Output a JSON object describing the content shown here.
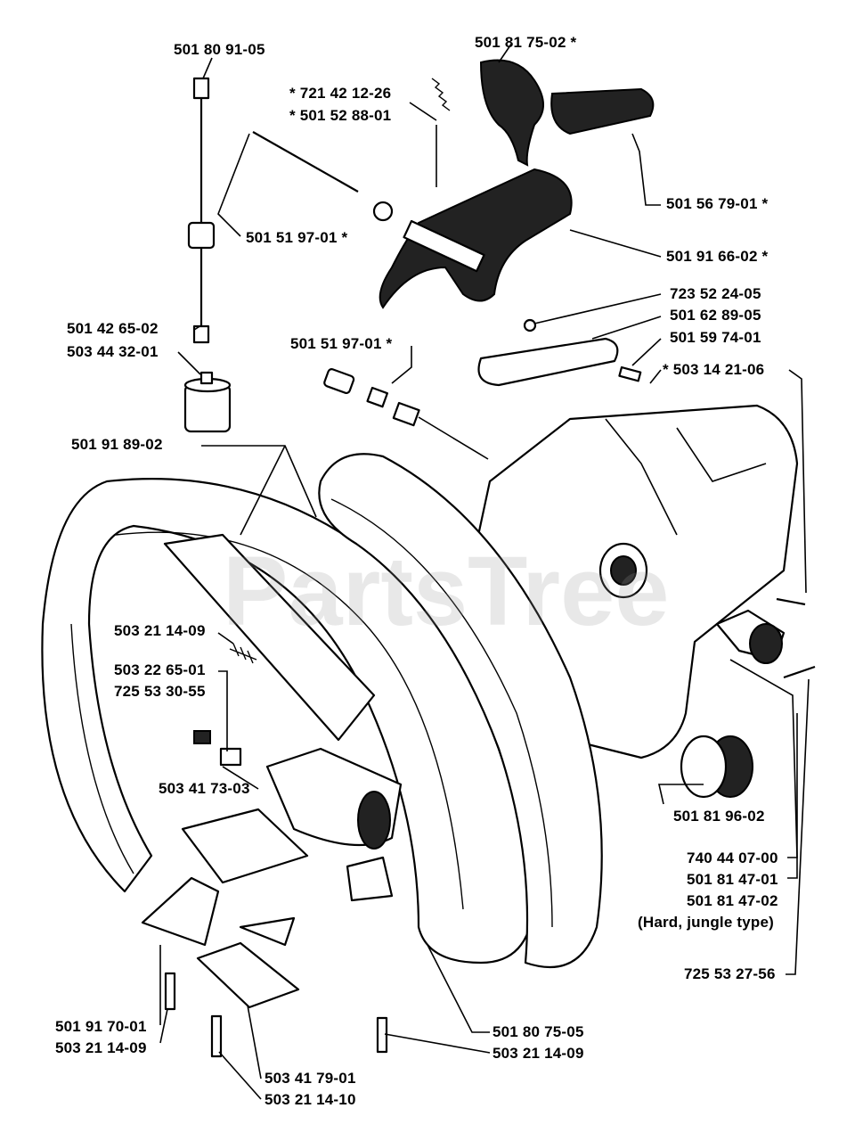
{
  "watermark": "PartsTree",
  "parts": {
    "p_501809105": "501 80 91-05",
    "p_501817502": "501 81 75-02  *",
    "p_721421226": "*  721 42 12-26",
    "p_501528801": "*  501 52 88-01",
    "p_501567901": "501 56 79-01  *",
    "p_501519701_a": "501 51 97-01  *",
    "p_501916602": "501 91 66-02  *",
    "p_723522405": "723 52 24-05",
    "p_501628905": "501 62 89-05",
    "p_501597401": "501 59 74-01",
    "p_501519701_b": "501 51 97-01  *",
    "p_501426502": "501 42 65-02",
    "p_503443201": "503 44 32-01",
    "p_503142106": "*  503 14 21-06",
    "p_501918902": "501 91 89-02",
    "p_503211409_a": "503 21 14-09",
    "p_503226501": "503 22 65-01",
    "p_725533055": "725 53 30-55",
    "p_503417303": "503 41 73-03",
    "p_501819602": "501 81 96-02",
    "p_740440700": "740 44 07-00",
    "p_501814701": "501 81 47-01",
    "p_501814702": "501 81 47-02",
    "p_hard_jungle": "(Hard, jungle type)",
    "p_725532756": "725 53 27-56",
    "p_501917001": "501 91 70-01",
    "p_503211409_b": "503 21 14-09",
    "p_501807505": "501 80 75-05",
    "p_503211409_c": "503 21 14-09",
    "p_503417901": "503 41 79-01",
    "p_503211410": "503 21 14-10"
  }
}
